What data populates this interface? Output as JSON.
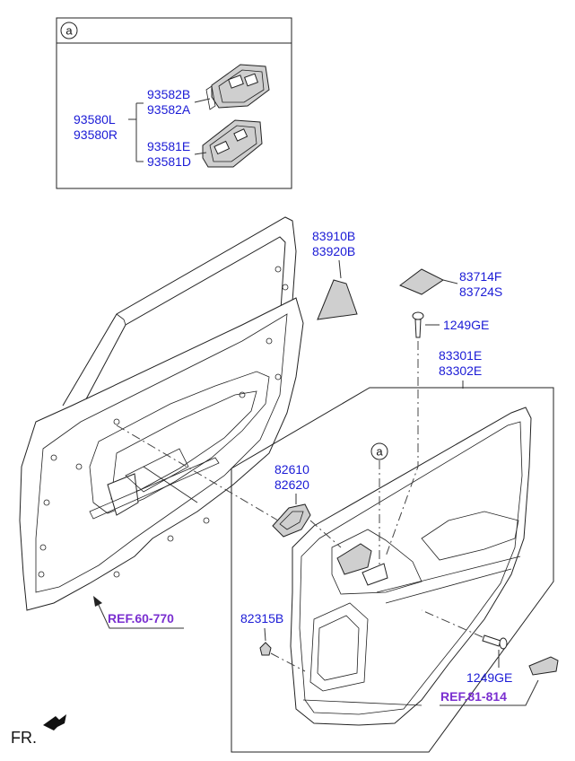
{
  "callout": {
    "circle_letter": "a"
  },
  "labels": {
    "p93582B": "93582B",
    "p93582A": "93582A",
    "p93580L": "93580L",
    "p93580R": "93580R",
    "p93581E": "93581E",
    "p93581D": "93581D",
    "p83910B": "83910B",
    "p83920B": "83920B",
    "p83714F": "83714F",
    "p83724S": "83724S",
    "p1249GE_top": "1249GE",
    "p83301E": "83301E",
    "p83302E": "83302E",
    "p82610": "82610",
    "p82620": "82620",
    "p82315B": "82315B",
    "p1249GE_bottom": "1249GE"
  },
  "circle_marker": "a",
  "references": {
    "ref_60_770": "REF.60-770",
    "ref_81_814": "REF.81-814"
  },
  "front_indicator": "FR.",
  "colors": {
    "part_number": "#1b1bd6",
    "reference": "#7a2fd0"
  }
}
